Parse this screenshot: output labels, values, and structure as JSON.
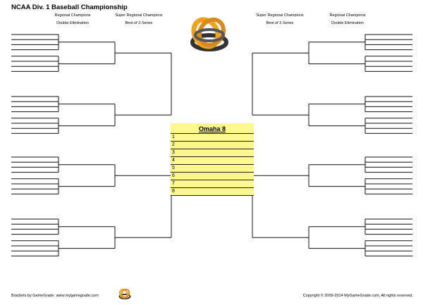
{
  "title": "NCAA Div. 1 Baseball Championship",
  "headers": {
    "left_regional": {
      "line1": "Regional Champions",
      "line2": "Double Elimination"
    },
    "left_super": {
      "line1": "Super Regional Champions",
      "line2": "Best of 3 Series"
    },
    "right_super": {
      "line1": "Super Regional Champions",
      "line2": "Best of 3 Series"
    },
    "right_regional": {
      "line1": "Regional Champions",
      "line2": "Double Elimination"
    }
  },
  "omaha": {
    "title": "Omaha 8",
    "slots": [
      "1",
      "2",
      "3",
      "4",
      "5",
      "6",
      "7",
      "8"
    ]
  },
  "footer": {
    "left": "Brackets by GameGrade.  www.mygamegrade.com",
    "right": "Copyright © 2009-2014 MyGameGrade.com. All rights reserved."
  },
  "colors": {
    "omaha_fill": "#fdf88e",
    "logo_orange": "#f0a21e",
    "logo_dark": "#333333"
  },
  "logo": "gamegrade-logo-icon"
}
